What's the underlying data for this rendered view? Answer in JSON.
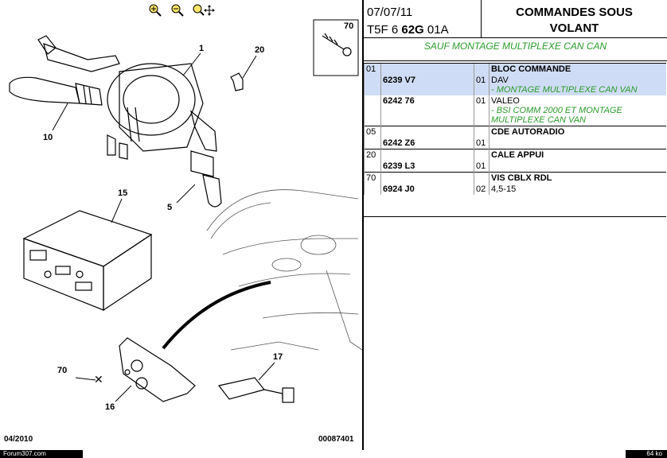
{
  "toolbar": {
    "zoom_in_icon": "zoom-in-icon",
    "zoom_out_icon": "zoom-out-icon",
    "pan_icon": "pan-icon"
  },
  "diagram": {
    "callouts": [
      "1",
      "20",
      "10",
      "5",
      "15",
      "70",
      "16",
      "17"
    ],
    "inset_label": "70",
    "footer_left": "04/2010",
    "footer_right": "00087401"
  },
  "header": {
    "date": "07/07/11",
    "code_pre": "T5F 6 ",
    "code_bold": "62G",
    "code_post": " 01A",
    "title_line1": "COMMANDES SOUS",
    "title_line2": "VOLANT",
    "condition": "SAUF MONTAGE MULTIPLEXE CAN CAN"
  },
  "parts": [
    {
      "group": "01",
      "name": "BLOC COMMANDE",
      "ref": "6239 V7",
      "qty": "01",
      "desc": "DAV",
      "note": "- MONTAGE MULTIPLEXE CAN VAN"
    },
    {
      "ref": "6242 76",
      "qty": "01",
      "desc": "VALEO",
      "note": "- BSI COMM 2000 ET MONTAGE MULTIPLEXE CAN VAN"
    },
    {
      "group": "05",
      "name": "CDE AUTORADIO",
      "ref": "6242 Z6",
      "qty": "01"
    },
    {
      "group": "20",
      "name": "CALE APPUI",
      "ref": "6239 L3",
      "qty": "01"
    },
    {
      "group": "70",
      "name": "VIS CBLX RDL",
      "ref": "6924 J0",
      "qty": "02",
      "desc": "4,5-15"
    }
  ],
  "status": {
    "left": "Forum307.com",
    "right": "64 ko"
  },
  "colors": {
    "highlight": "#cfdcf5",
    "green": "#2a9a2a"
  }
}
